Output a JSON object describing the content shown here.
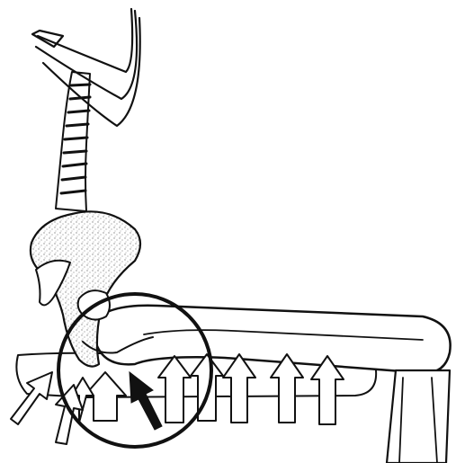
{
  "figure": {
    "colors": {
      "ink": "#111111",
      "background": "#ffffff",
      "stipple": "#8a8a8a"
    },
    "upward_pressure_arrow_count": 7,
    "angled_pressure_arrow_count": 2,
    "highlight_arrow_count": 1
  }
}
